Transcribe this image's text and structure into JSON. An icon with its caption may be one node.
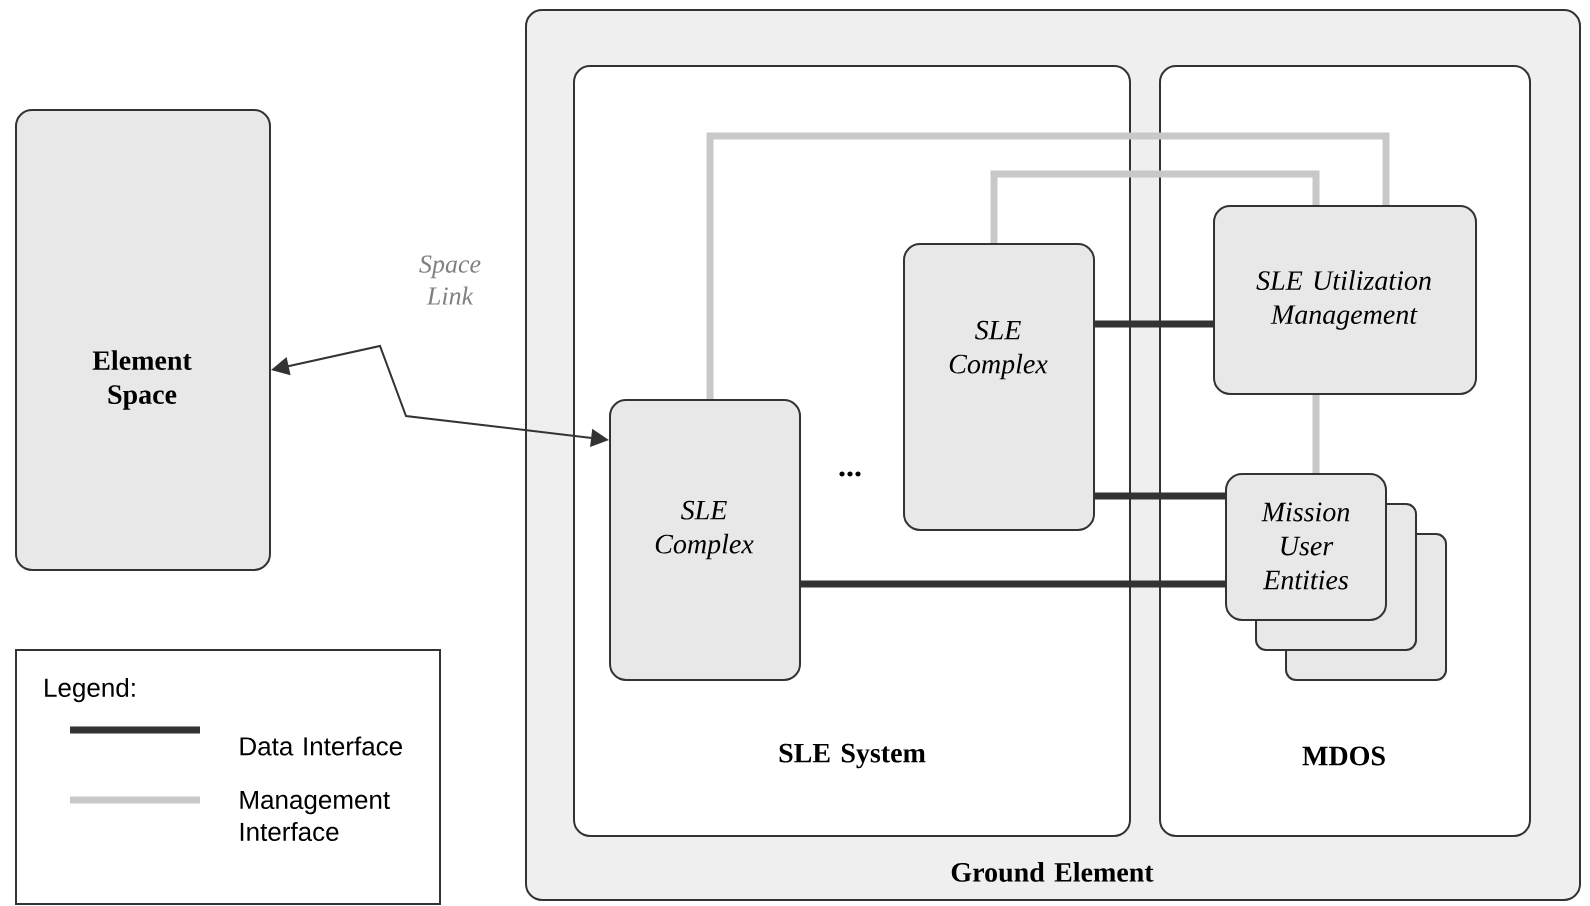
{
  "diagram": {
    "nodes": [
      {
        "text": [
          "Element Space"
        ]
      },
      {
        "text": [
          "Ground Element"
        ]
      },
      {
        "text": [
          "SLE System"
        ],
        "in": 1
      },
      {
        "text": [
          "MDOS"
        ],
        "in": 1
      },
      {
        "text": [
          "SLE Complex"
        ],
        "in": 2
      },
      {
        "text": [
          "SLE Complex"
        ],
        "in": 2
      },
      {
        "text": [
          "SLE Utilization Management"
        ],
        "in": 3
      },
      {
        "text": [
          "Mission User Entities"
        ],
        "in": 3
      }
    ],
    "edges": [
      {
        "from": 0,
        "to": 4,
        "arrow": "both",
        "label": "Space Link"
      },
      {
        "from": 5,
        "to": 6,
        "arrow": "none"
      },
      {
        "from": 5,
        "to": 7,
        "arrow": "none"
      },
      {
        "from": 4,
        "to": 7,
        "arrow": "none"
      },
      {
        "from": 4,
        "to": 6,
        "arrow": "none",
        "color": "#c8c8c8"
      },
      {
        "from": 5,
        "to": 6,
        "arrow": "none",
        "color": "#c8c8c8"
      },
      {
        "from": 6,
        "to": 7,
        "arrow": "none",
        "color": "#c8c8c8"
      }
    ],
    "labels": [
      "...",
      "Legend:"
    ],
    "legend": [
      {
        "text": "Data Interface"
      },
      {
        "text": "Management Interface"
      }
    ]
  }
}
